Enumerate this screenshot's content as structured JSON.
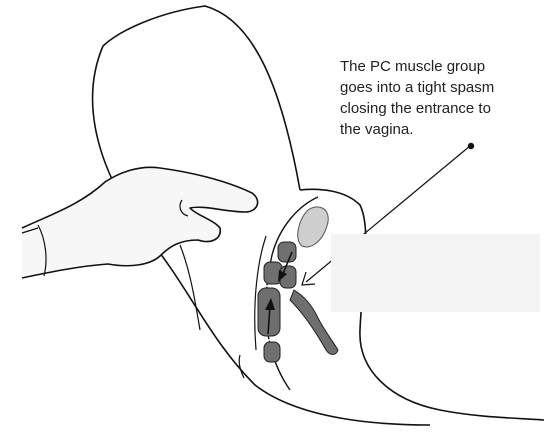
{
  "annotation": {
    "lines": [
      "The PC muscle group",
      "goes into a tight spasm",
      "closing the entrance to",
      "the vagina."
    ]
  },
  "colors": {
    "outline": "#111111",
    "muscle_fill": "#6f6f6f",
    "organ_fill": "#cfcfcf",
    "hand_fill": "#f7f7f7",
    "redaction_fill": "#f4f4f4"
  },
  "icons": {
    "annotation_dot": "filled-circle",
    "leader_arrow": "open-arrowhead",
    "spasm_arrows": "filled-arrowhead"
  }
}
